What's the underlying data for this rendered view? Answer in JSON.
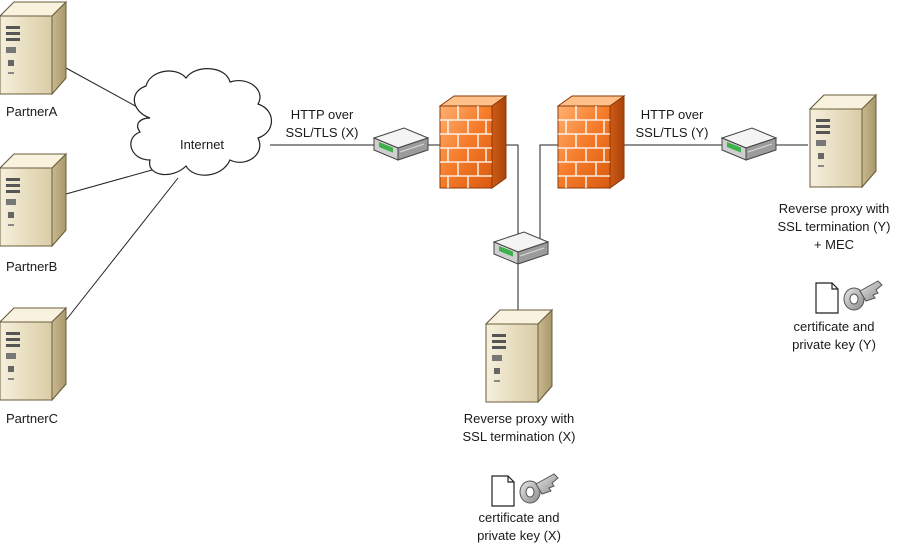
{
  "partners": [
    {
      "label": "PartnerA",
      "icon": "server-icon"
    },
    {
      "label": "PartnerB",
      "icon": "server-icon"
    },
    {
      "label": "PartnerC",
      "icon": "server-icon"
    }
  ],
  "internet": {
    "label": "Internet",
    "icon": "cloud-icon"
  },
  "link_x": {
    "line1": "HTTP over",
    "line2": "SSL/TLS (X)"
  },
  "link_y": {
    "line1": "HTTP over",
    "line2": "SSL/TLS (Y)"
  },
  "proxy_x": {
    "line1": "Reverse proxy with",
    "line2": "SSL termination (X)",
    "cert_line1": "certificate and",
    "cert_line2": "private key (X)"
  },
  "proxy_y": {
    "line1": "Reverse proxy with",
    "line2": "SSL termination (Y)",
    "line3": "+ MEC",
    "cert_line1": "certificate and",
    "cert_line2": "private key (Y)"
  },
  "colors": {
    "firewall": "#f07020",
    "server_body": "#ece3c8",
    "router_body": "#e4e4e4",
    "router_led": "#3bb24a",
    "line": "#222222"
  }
}
